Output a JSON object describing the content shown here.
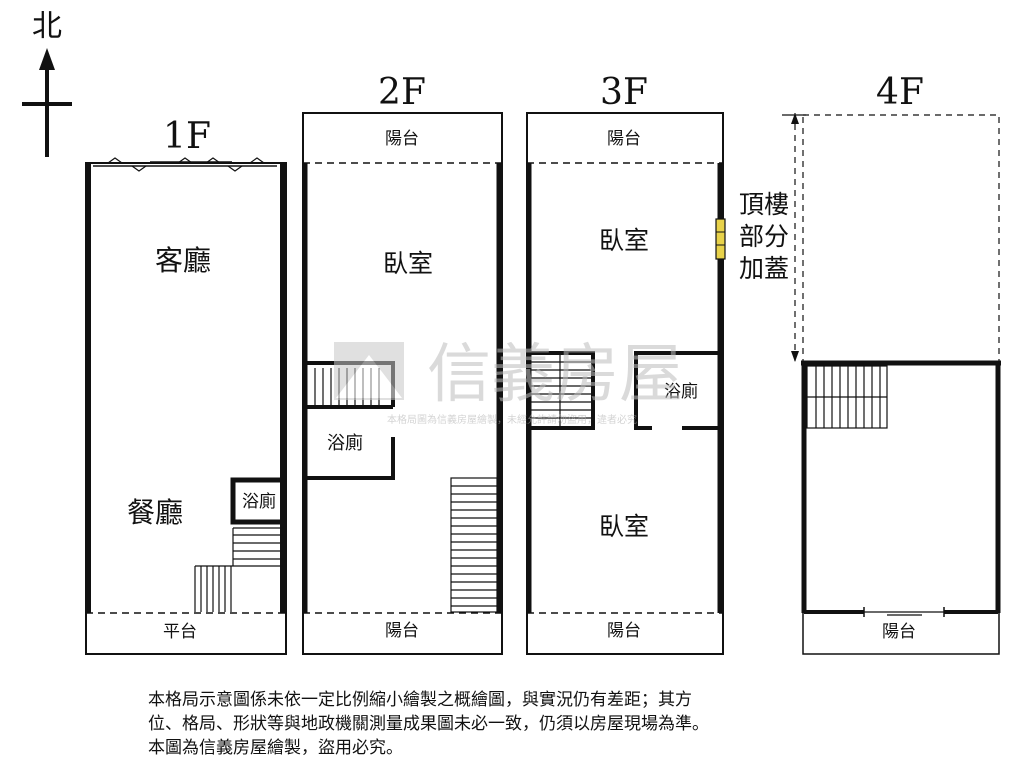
{
  "compass": {
    "label": "北",
    "icon": "north-arrow-icon"
  },
  "floors": {
    "f1": {
      "title": "1F",
      "rooms": {
        "living": "客廳",
        "dining": "餐廳",
        "bath": "浴廁",
        "platform": "平台"
      }
    },
    "f2": {
      "title": "2F",
      "rooms": {
        "balcony_top": "陽台",
        "bedroom": "臥室",
        "bath": "浴廁",
        "balcony_bottom": "陽台"
      }
    },
    "f3": {
      "title": "3F",
      "rooms": {
        "balcony_top": "陽台",
        "bedroom_top": "臥室",
        "bath": "浴廁",
        "bedroom_bottom": "臥室",
        "balcony_bottom": "陽台"
      }
    },
    "f4": {
      "title": "4F",
      "rooms": {
        "roof_note_1": "頂樓",
        "roof_note_2": "部分",
        "roof_note_3": "加蓋",
        "balcony": "陽台"
      }
    }
  },
  "watermark": {
    "brand": "信義房屋",
    "fine_print": "本格局圖為信義房屋繪製，未經允許請勿盜用，違者必究"
  },
  "disclaimer": {
    "line1": "本格局示意圖係未依一定比例縮小繪製之概繪圖，與實況仍有差距；其方",
    "line2": "位、格局、形狀等與地政機關測量成果圖未必一致，仍須以房屋現場為準。",
    "line3": "本圖為信義房屋繪製，盜用必究。"
  },
  "colors": {
    "line": "#111111",
    "window": "#e8d24a",
    "watermark": "#c8c8c8"
  }
}
